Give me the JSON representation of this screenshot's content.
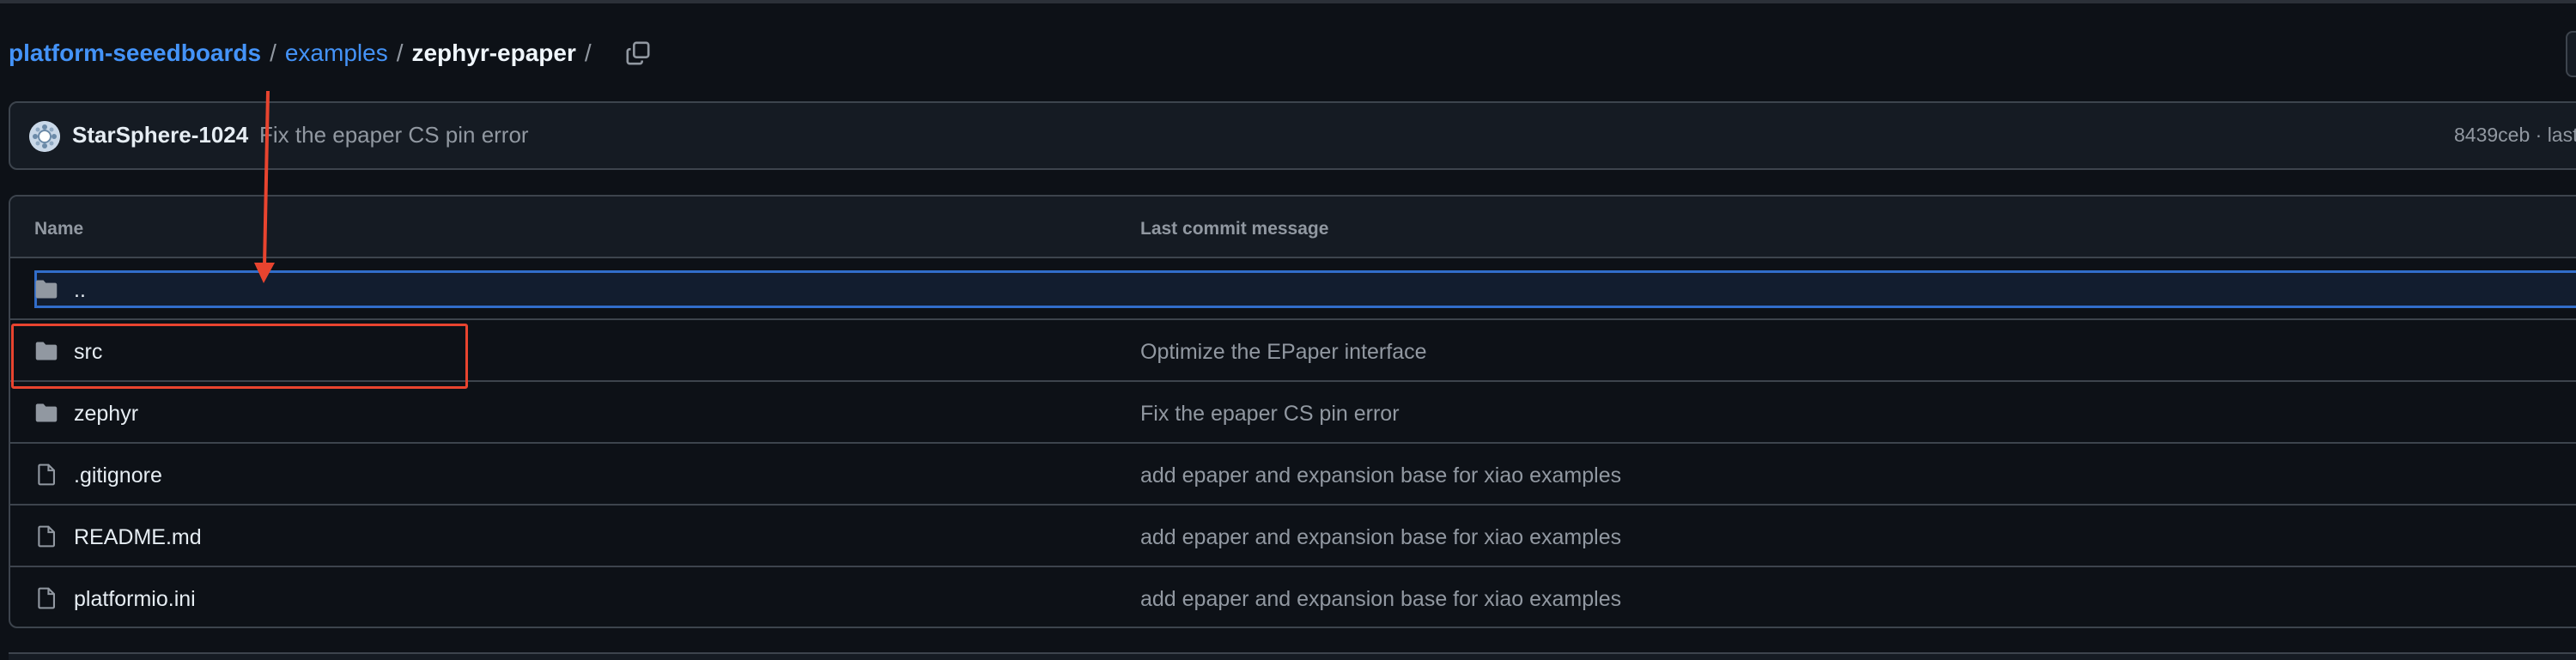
{
  "breadcrumb": {
    "repo": "platform-seeedboards",
    "sep1": "/",
    "folder": "examples",
    "sep2": "/",
    "current": "zephyr-epaper",
    "sep3": "/",
    "copy_icon": "copy-icon"
  },
  "commit": {
    "author": "StarSphere-1024",
    "message": "Fix the epaper CS pin error",
    "meta": "8439ceb · last"
  },
  "table": {
    "headers": {
      "name": "Name",
      "message": "Last commit message"
    },
    "parent": {
      "name": "..",
      "icon": "folder-icon"
    },
    "rows": [
      {
        "name": "src",
        "type": "folder",
        "icon": "folder-icon",
        "message": "Optimize the EPaper interface"
      },
      {
        "name": "zephyr",
        "type": "folder",
        "icon": "folder-icon",
        "message": "Fix the epaper CS pin error"
      },
      {
        "name": ".gitignore",
        "type": "file",
        "icon": "file-icon",
        "message": "add epaper and expansion base for xiao examples"
      },
      {
        "name": "README.md",
        "type": "file",
        "icon": "file-icon",
        "message": "add epaper and expansion base for xiao examples"
      },
      {
        "name": "platformio.ini",
        "type": "file",
        "icon": "file-icon",
        "message": "add epaper and expansion base for xiao examples"
      }
    ]
  },
  "colors": {
    "background": "#0d1117",
    "link": "#4493f8",
    "annotation": "#e8442f",
    "focus": "#316dca"
  }
}
